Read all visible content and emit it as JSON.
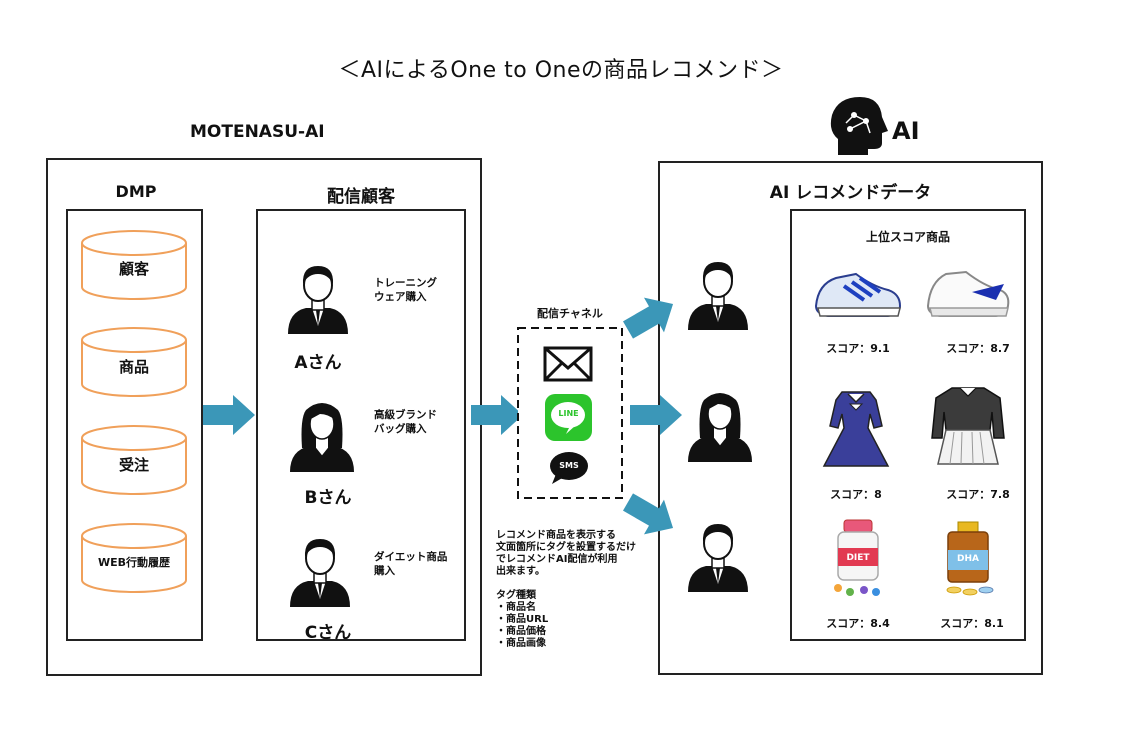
{
  "title": "＜AIによるOne to Oneの商品レコメンド＞",
  "left_panel": {
    "label": "MOTENASU-AI",
    "dmp": {
      "label": "DMP",
      "items": [
        "顧客",
        "商品",
        "受注",
        "WEB行動履歴"
      ]
    },
    "customers": {
      "label": "配信顧客",
      "people": [
        {
          "name": "Aさん",
          "purchase": [
            "トレーニング",
            "ウェア購入"
          ]
        },
        {
          "name": "Bさん",
          "purchase": [
            "高級ブランド",
            "バッグ購入"
          ]
        },
        {
          "name": "Cさん",
          "purchase": [
            "ダイエット商品",
            "購入"
          ]
        }
      ]
    }
  },
  "channel": {
    "label": "配信チャネル",
    "icons": [
      "mail-icon",
      "line-icon",
      "sms-icon"
    ],
    "line_text": "LINE",
    "sms_text": "SMS",
    "note": [
      "レコメンド商品を表示する",
      "文面箇所にタグを設置するだけ",
      "でレコメンドAI配信が利用",
      "出来ます。"
    ],
    "tag_label": "タグ種類",
    "tags": [
      "・商品名",
      "・商品URL",
      "・商品価格",
      "・商品画像"
    ]
  },
  "right_panel": {
    "ai_label": "AI",
    "label": "AI レコメンドデータ",
    "products_label": "上位スコア商品",
    "products": [
      {
        "icon": "sneaker-blue-icon",
        "score": "スコア：9.1"
      },
      {
        "icon": "sneaker-white-icon",
        "score": "スコア：8.7"
      },
      {
        "icon": "dress-icon",
        "score": "スコア：8"
      },
      {
        "icon": "sweater-skirt-icon",
        "score": "スコア：7.8"
      },
      {
        "icon": "diet-bottle-icon",
        "score": "スコア：8.4"
      },
      {
        "icon": "dha-bottle-icon",
        "score": "スコア：8.1"
      }
    ],
    "diet_text": "DIET",
    "dha_text": "DHA"
  },
  "colors": {
    "arrow": "#3b97b8",
    "cylinder": "#f0a05a",
    "line_green": "#2cc42c",
    "border": "#222222"
  }
}
